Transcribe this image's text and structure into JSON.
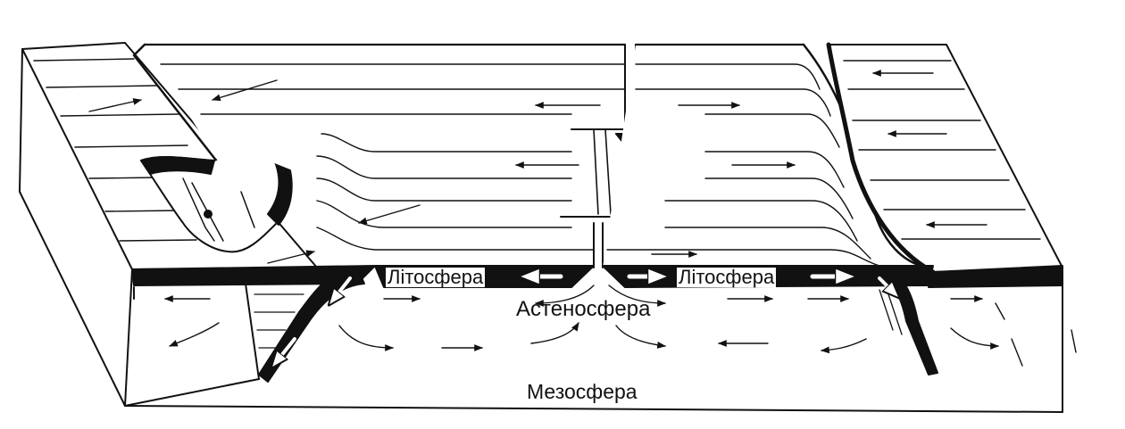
{
  "labels": {
    "lithosphere_left": "Літосфера",
    "lithosphere_right": "Літосфера",
    "asthenosphere": "Астеносфера",
    "mesosphere": "Мезосфера"
  },
  "colors": {
    "ink": "#111111",
    "paper": "#ffffff"
  }
}
